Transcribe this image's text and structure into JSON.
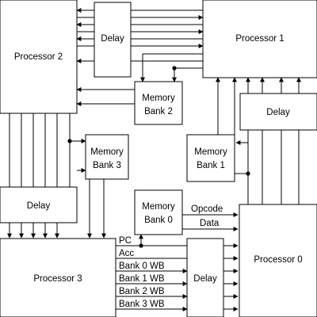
{
  "blocks": {
    "processor_1": "Processor 1",
    "processor_2": "Processor 2",
    "processor_0": "Processor 0",
    "processor_3": "Processor 3",
    "delay": "Delay",
    "memory_bank_0": [
      "Memory",
      "Bank 0"
    ],
    "memory_bank_1": [
      "Memory",
      "Bank 1"
    ],
    "memory_bank_2": [
      "Memory",
      "Bank 2"
    ],
    "memory_bank_3": [
      "Memory",
      "Bank 3"
    ]
  },
  "signals": {
    "opcode": "Opcode",
    "data": "Data",
    "pc": "PC",
    "acc": "Acc",
    "bank0_wb": "Bank 0 WB",
    "bank1_wb": "Bank 1 WB",
    "bank2_wb": "Bank 2 WB",
    "bank3_wb": "Bank 3 WB"
  }
}
